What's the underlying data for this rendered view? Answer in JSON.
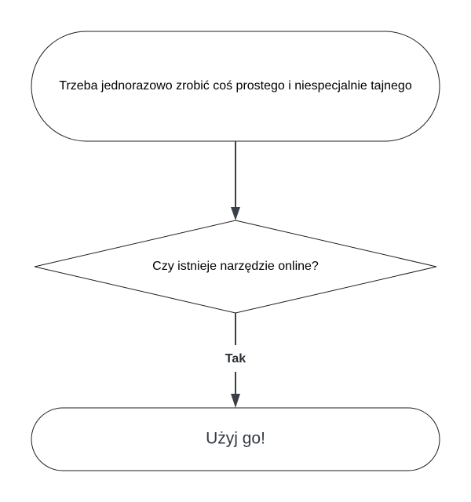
{
  "nodes": {
    "start": {
      "label": "Trzeba jednorazowo zrobić coś prostego i niespecjalnie tajnego"
    },
    "decision": {
      "label": "Czy istnieje narzędzie online?"
    },
    "end": {
      "label": "Użyj go!"
    }
  },
  "edges": {
    "decision_to_end": {
      "label": "Tak"
    }
  }
}
